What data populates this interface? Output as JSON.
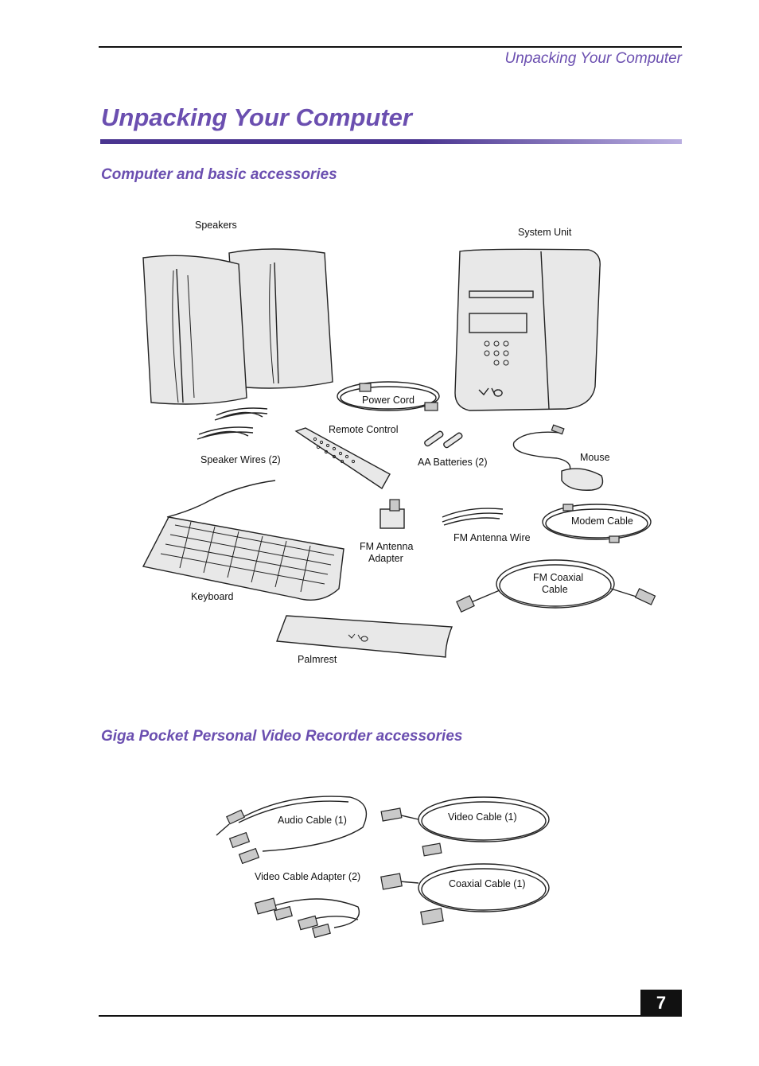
{
  "header": {
    "running_title": "Unpacking Your Computer"
  },
  "page": {
    "title": "Unpacking Your Computer",
    "number": "7"
  },
  "sections": {
    "basic": {
      "heading": "Computer and basic accessories",
      "labels": {
        "speakers": "Speakers",
        "system_unit": "System Unit",
        "power_cord": "Power Cord",
        "remote_control": "Remote Control",
        "speaker_wires": "Speaker Wires (2)",
        "aa_batteries": "AA Batteries (2)",
        "mouse": "Mouse",
        "fm_antenna_adapter_1": "FM Antenna",
        "fm_antenna_adapter_2": "Adapter",
        "fm_antenna_wire": "FM Antenna Wire",
        "modem_cable": "Modem Cable",
        "fm_coaxial_1": "FM Coaxial",
        "fm_coaxial_2": "Cable",
        "keyboard": "Keyboard",
        "palmrest": "Palmrest"
      }
    },
    "giga": {
      "heading": "Giga Pocket Personal Video Recorder accessories",
      "labels": {
        "audio_cable": "Audio Cable (1)",
        "video_cable": "Video Cable (1)",
        "video_cable_adapter": "Video Cable Adapter (2)",
        "coaxial_cable": "Coaxial Cable (1)"
      }
    }
  },
  "colors": {
    "accent": "#6b4fb0",
    "bar_dark": "#4a3590",
    "bar_light": "#b9aee0"
  }
}
